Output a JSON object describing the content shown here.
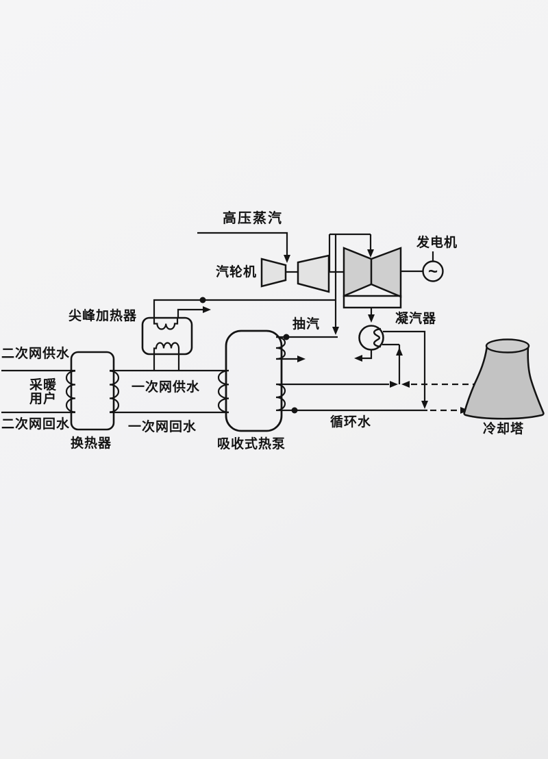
{
  "colors": {
    "line": "#141414",
    "background": "#f1f1f2",
    "hp_ip_turbine_fill": "#e3e3e3",
    "lp_turbine_fill": "#cfcfcf",
    "cooling_tower_fill": "#c3c3c3",
    "cooling_tower_top_fill": "#cdcdcd"
  },
  "labels": {
    "high_pressure_steam": "高压蒸汽",
    "steam_turbine": "汽轮机",
    "generator": "发电机",
    "generator_symbol": "~",
    "peak_heater": "尖峰加热器",
    "extraction_steam": "抽汽",
    "condenser": "凝汽器",
    "secondary_network_supply": "二次网供水",
    "heating_users_line1": "采暖",
    "heating_users_line2": "用户",
    "secondary_network_return": "二次网回水",
    "heat_exchanger": "换热器",
    "primary_network_supply": "一次网供水",
    "primary_network_return": "一次网回水",
    "absorption_heat_pump": "吸收式热泵",
    "circulating_water": "循环水",
    "cooling_tower": "冷却塔"
  }
}
